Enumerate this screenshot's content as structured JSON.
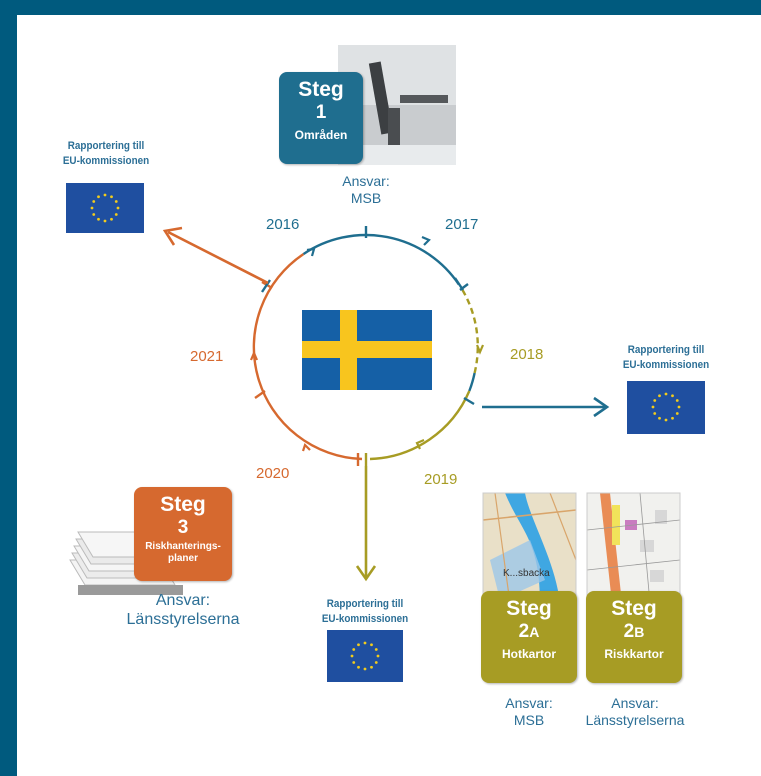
{
  "colors": {
    "blue": "#1f6e8f",
    "orange": "#d6692f",
    "olive": "#a79c24",
    "text_blue": "#2c6f96",
    "eu_blue": "#1f4fa0",
    "eu_star": "#f2cc1c",
    "se_blue": "#1560a6",
    "se_yellow": "#f8c51e"
  },
  "years": {
    "y2016": "2016",
    "y2017": "2017",
    "y2018": "2018",
    "y2019": "2019",
    "y2020": "2020",
    "y2021": "2021"
  },
  "reports": {
    "top_left": {
      "line1": "Rapportering till",
      "line2": "EU-kommissionen"
    },
    "right": {
      "line1": "Rapportering till",
      "line2": "EU-kommissionen"
    },
    "bottom": {
      "line1": "Rapportering till",
      "line2": "EU-kommissionen"
    }
  },
  "steps": {
    "step1": {
      "steg": "Steg",
      "num": "1",
      "label": "Områden",
      "ansvar_title": "Ansvar:",
      "ansvar": "MSB"
    },
    "step2a": {
      "steg": "Steg",
      "num": "2",
      "suffix": "A",
      "label": "Hotkartor",
      "ansvar_title": "Ansvar:",
      "ansvar": "MSB"
    },
    "step2b": {
      "steg": "Steg",
      "num": "2",
      "suffix": "B",
      "label": "Riskkartor",
      "ansvar_title": "Ansvar:",
      "ansvar": "Länsstyrelserna"
    },
    "step3": {
      "steg": "Steg",
      "num": "3",
      "label1": "Riskhanterings-",
      "label2": "planer",
      "ansvar_title": "Ansvar:",
      "ansvar": "Länsstyrelserna"
    }
  },
  "map_label": "K...sbacka"
}
